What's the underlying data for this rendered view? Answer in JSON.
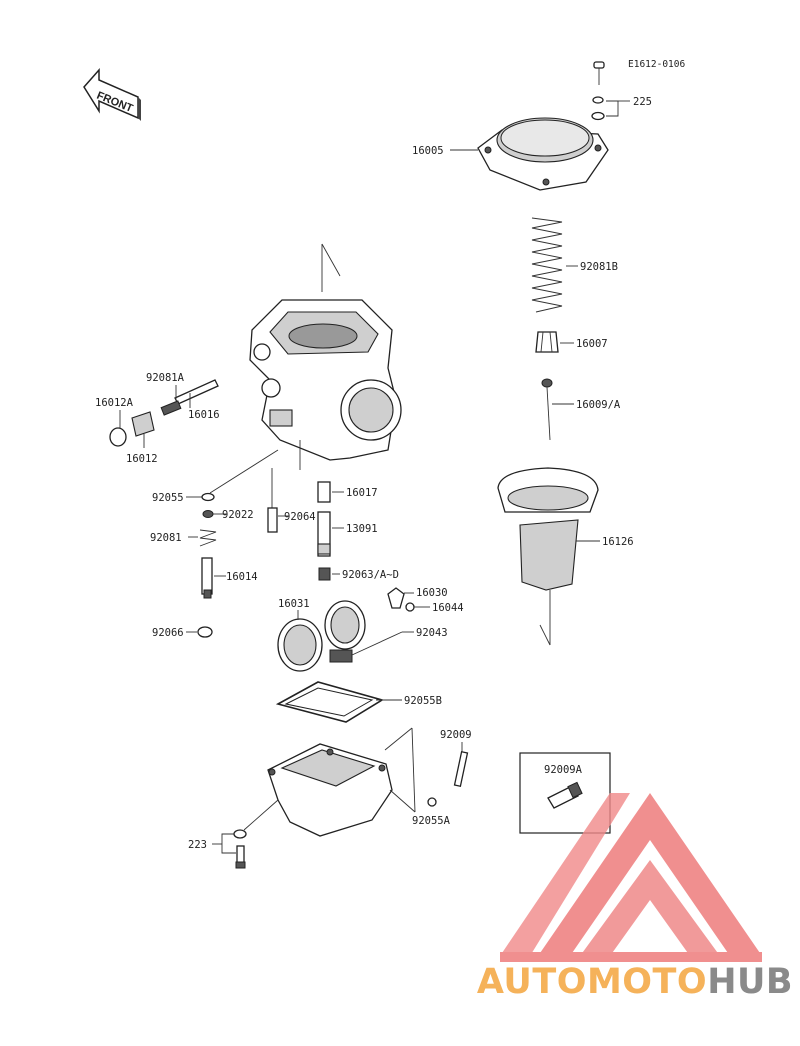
{
  "diagram": {
    "code": "E1612-0106",
    "front_label": "FRONT",
    "parts": [
      {
        "id": "p225",
        "label": "225"
      },
      {
        "id": "p16005",
        "label": "16005"
      },
      {
        "id": "p92081B",
        "label": "92081B"
      },
      {
        "id": "p16007",
        "label": "16007"
      },
      {
        "id": "p16009A",
        "label": "16009/A"
      },
      {
        "id": "p16126",
        "label": "16126"
      },
      {
        "id": "p92081A",
        "label": "92081A"
      },
      {
        "id": "p16012A",
        "label": "16012A"
      },
      {
        "id": "p16016",
        "label": "16016"
      },
      {
        "id": "p16012",
        "label": "16012"
      },
      {
        "id": "p92055",
        "label": "92055"
      },
      {
        "id": "p16017",
        "label": "16017"
      },
      {
        "id": "p92022",
        "label": "92022"
      },
      {
        "id": "p92064",
        "label": "92064"
      },
      {
        "id": "p13091",
        "label": "13091"
      },
      {
        "id": "p92081",
        "label": "92081"
      },
      {
        "id": "p16014",
        "label": "16014"
      },
      {
        "id": "p92063",
        "label": "92063/A~D"
      },
      {
        "id": "p16030",
        "label": "16030"
      },
      {
        "id": "p16044",
        "label": "16044"
      },
      {
        "id": "p16031",
        "label": "16031"
      },
      {
        "id": "p92066",
        "label": "92066"
      },
      {
        "id": "p92043",
        "label": "92043"
      },
      {
        "id": "p92055B",
        "label": "92055B"
      },
      {
        "id": "p92009",
        "label": "92009"
      },
      {
        "id": "p92009A",
        "label": "92009A"
      },
      {
        "id": "p92055A",
        "label": "92055A"
      },
      {
        "id": "p223",
        "label": "223"
      }
    ]
  },
  "watermark": {
    "brand_part1": "AUTOMOTO",
    "brand_part2": "HUB",
    "color_part1": "#f5b25a",
    "color_part2": "#8a8a8a",
    "logo_color": "#f08a8a"
  }
}
